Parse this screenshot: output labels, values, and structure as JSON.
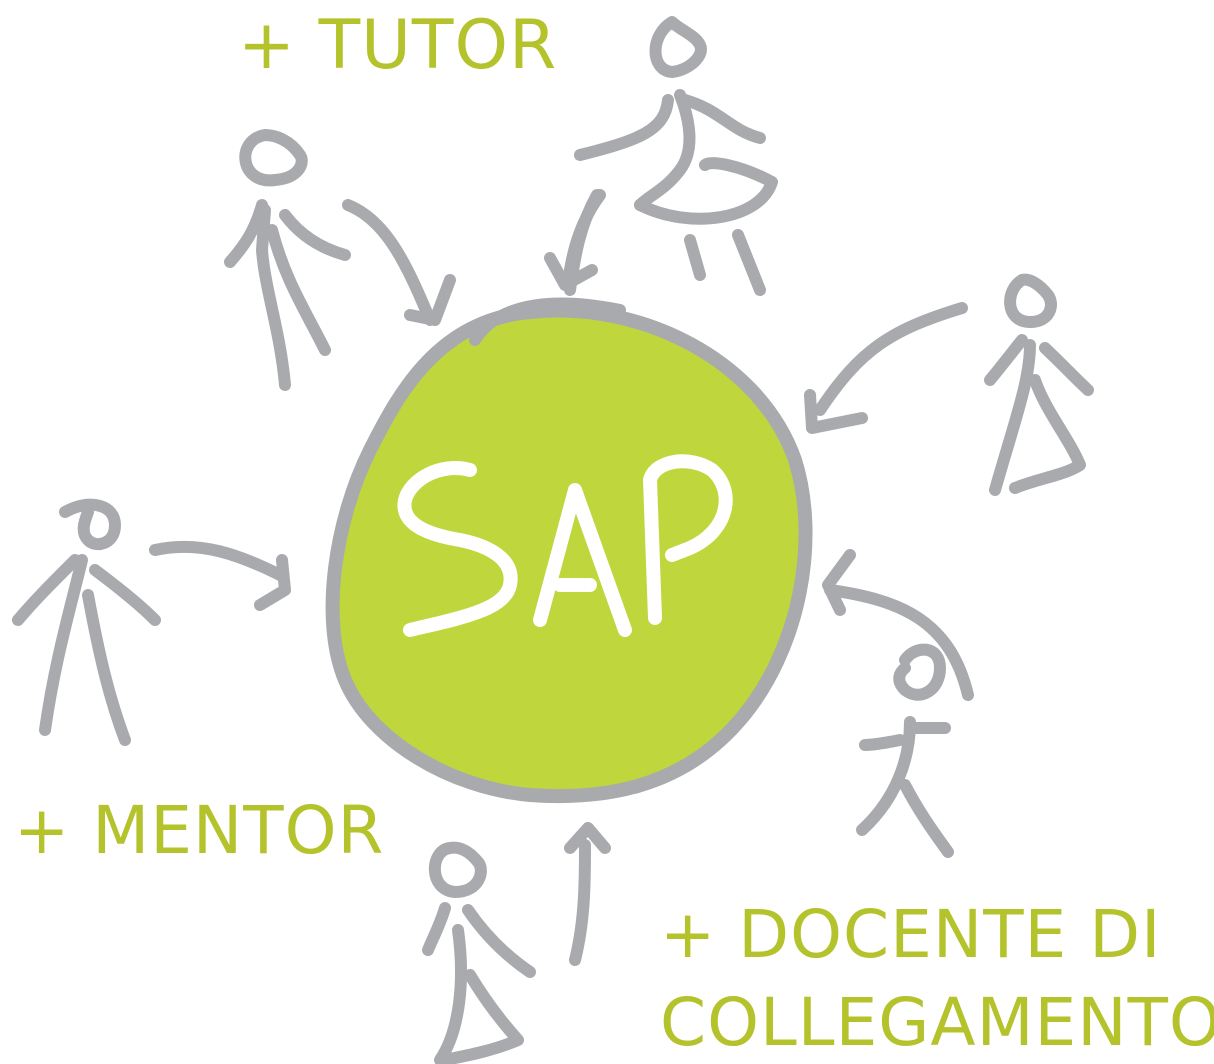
{
  "center": {
    "label": "SAP",
    "fill": "#bfd73c",
    "border": "#a9aaad"
  },
  "labels": {
    "tutor": "+ TUTOR",
    "mentor": "+ MENTOR",
    "docente_line1": "+ DOCENTE DI",
    "docente_line2": "COLLEGAMENTO"
  },
  "colors": {
    "label": "#b4c32b",
    "figure": "#a9aaad",
    "background": "#ffffff"
  }
}
